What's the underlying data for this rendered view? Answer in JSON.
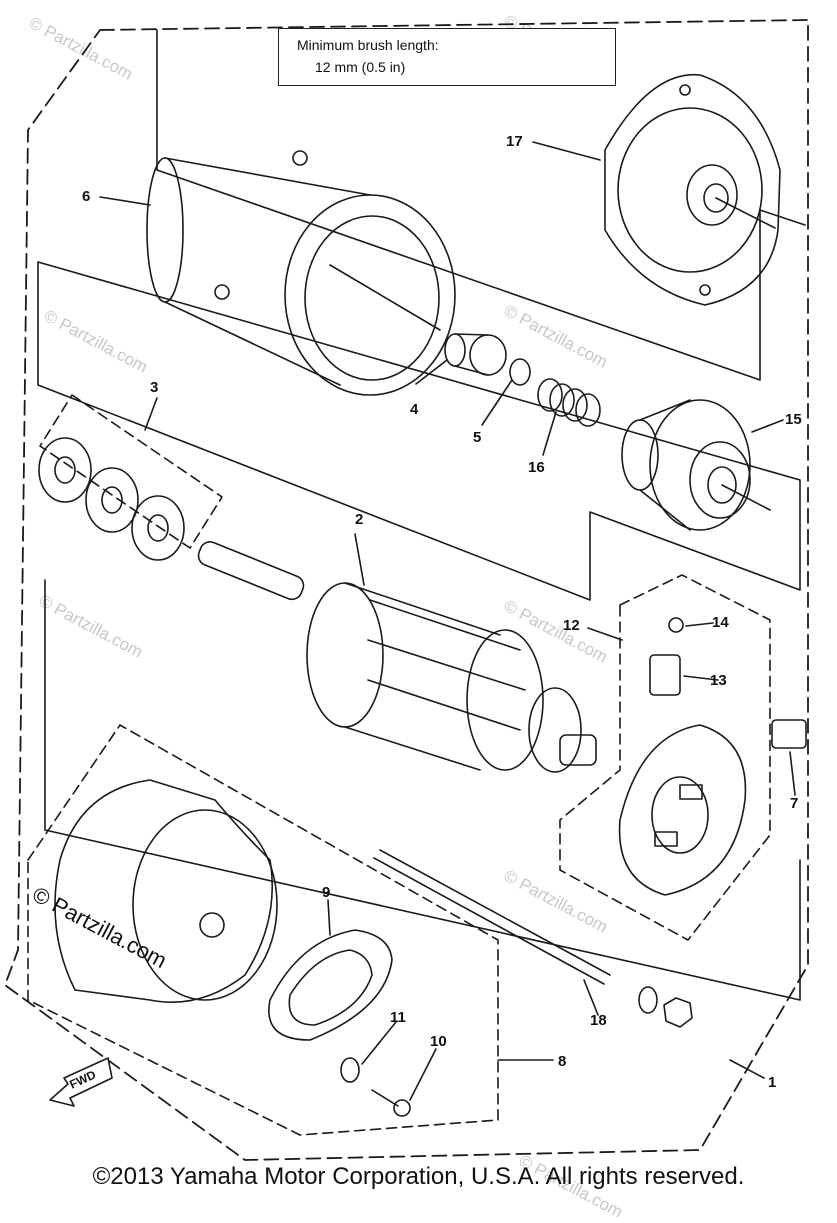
{
  "note": {
    "line1": "Minimum brush length:",
    "line2": "12 mm (0.5 in)"
  },
  "callouts": {
    "c1": "1",
    "c2": "2",
    "c3": "3",
    "c4": "4",
    "c5": "5",
    "c6": "6",
    "c7": "7",
    "c8": "8",
    "c9": "9",
    "c10": "10",
    "c11": "11",
    "c12": "12",
    "c13": "13",
    "c14": "14",
    "c15": "15",
    "c16": "16",
    "c17": "17",
    "c18": "18"
  },
  "watermark": "© Partzilla.com",
  "watermark_main": "© Partzilla.com",
  "fwd_label": "FWD",
  "copyright": "©2013 Yamaha Motor Corporation, U.S.A. All rights reserved."
}
